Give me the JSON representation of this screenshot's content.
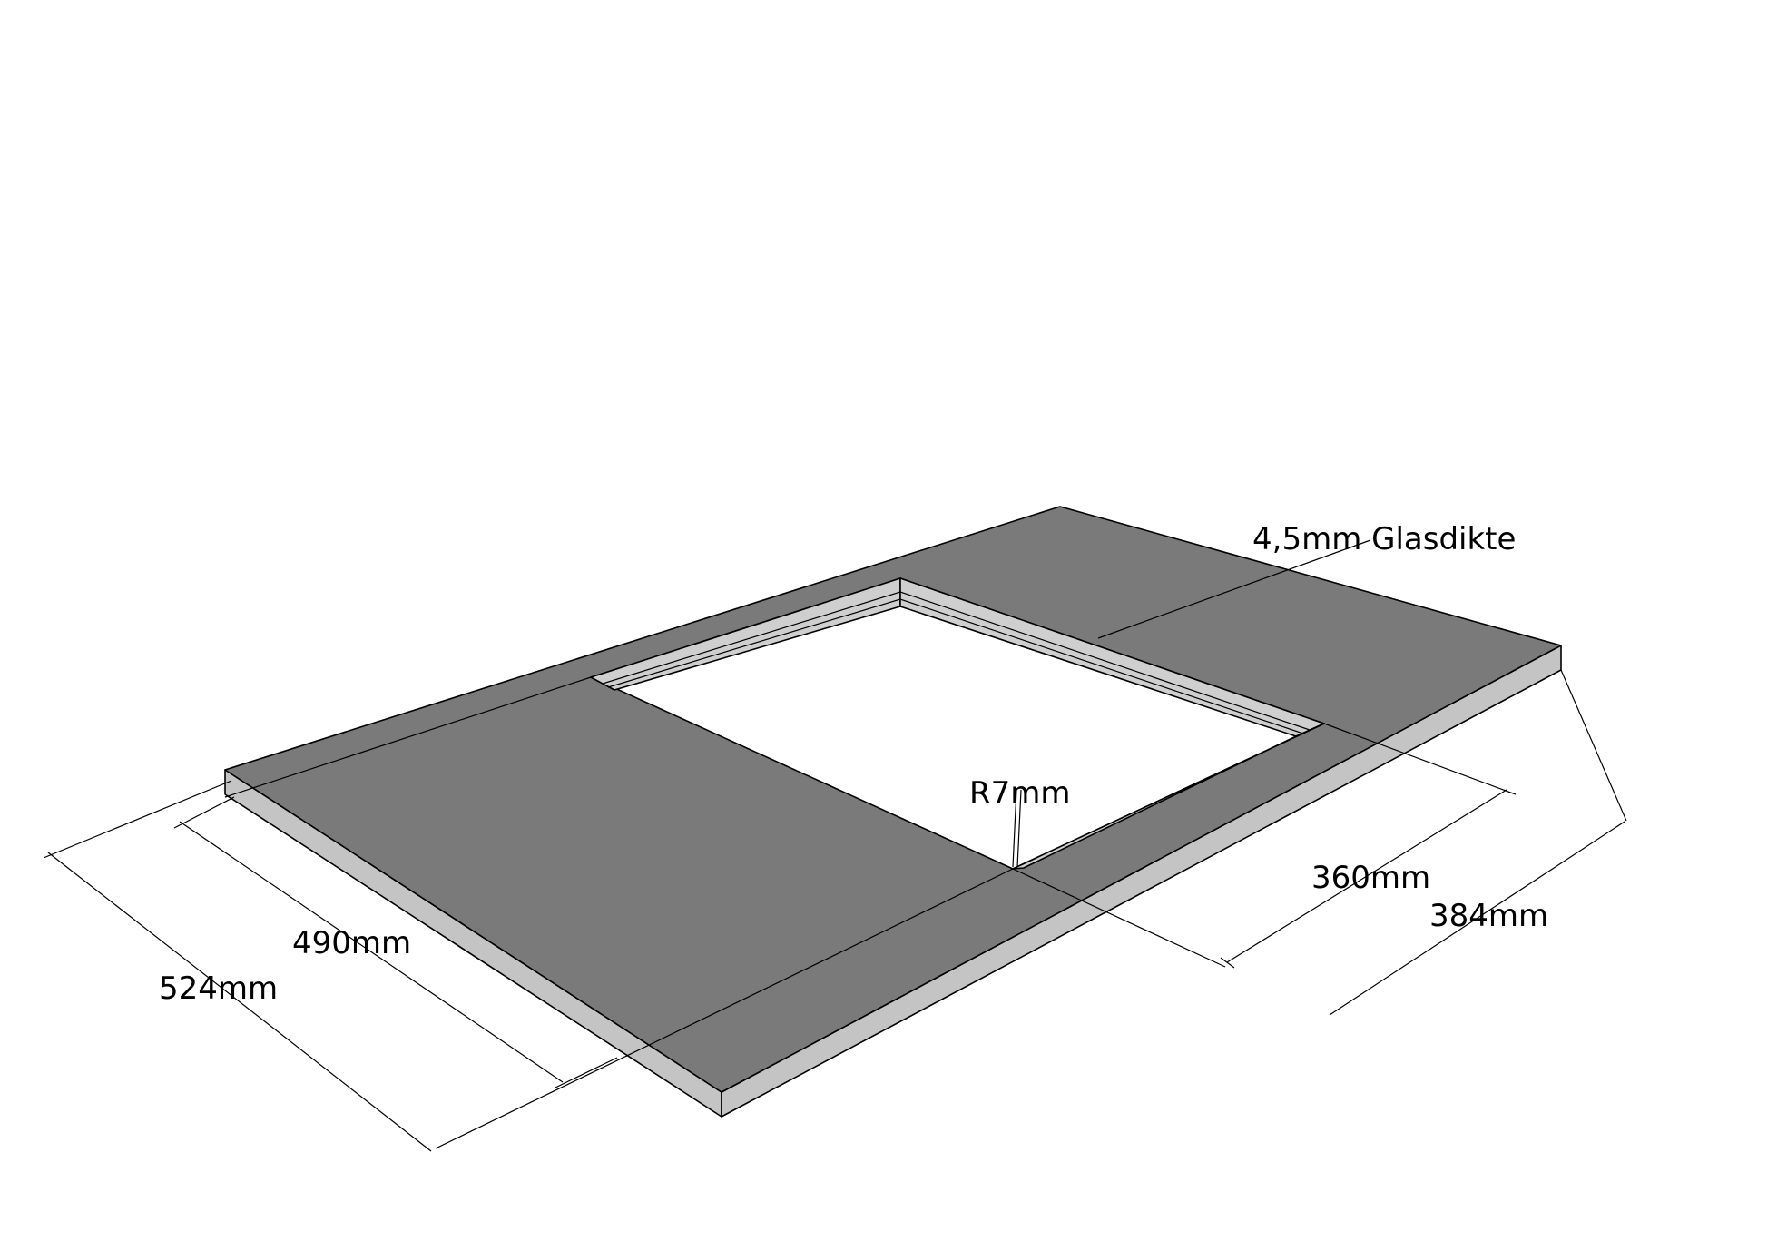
{
  "colors": {
    "top_surface": "#7a7a7a",
    "side_face": "#c4c4c4",
    "ledge": "#cfcfcf",
    "background": "#ffffff",
    "line": "#000000"
  },
  "labels": {
    "glass_thickness": "4,5mm Glasdikte",
    "corner_radius": "R7mm",
    "cutout_width": "360mm",
    "outer_width": "384mm",
    "cutout_depth": "490mm",
    "outer_depth": "524mm"
  }
}
